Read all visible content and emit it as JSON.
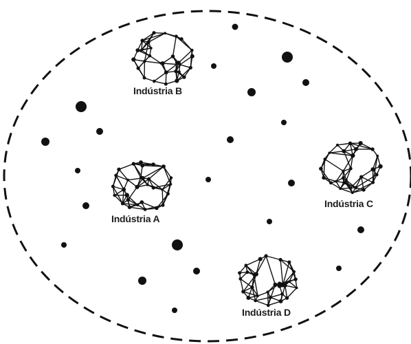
{
  "diagram": {
    "boundary_style": "dashed",
    "industries": [
      {
        "id": "A",
        "label": "Indústria A"
      },
      {
        "id": "B",
        "label": "Indústria B"
      },
      {
        "id": "C",
        "label": "Indústria C"
      },
      {
        "id": "D",
        "label": "Indústria D"
      }
    ],
    "colors": {
      "ink": "#111111",
      "background": "#ffffff"
    }
  }
}
